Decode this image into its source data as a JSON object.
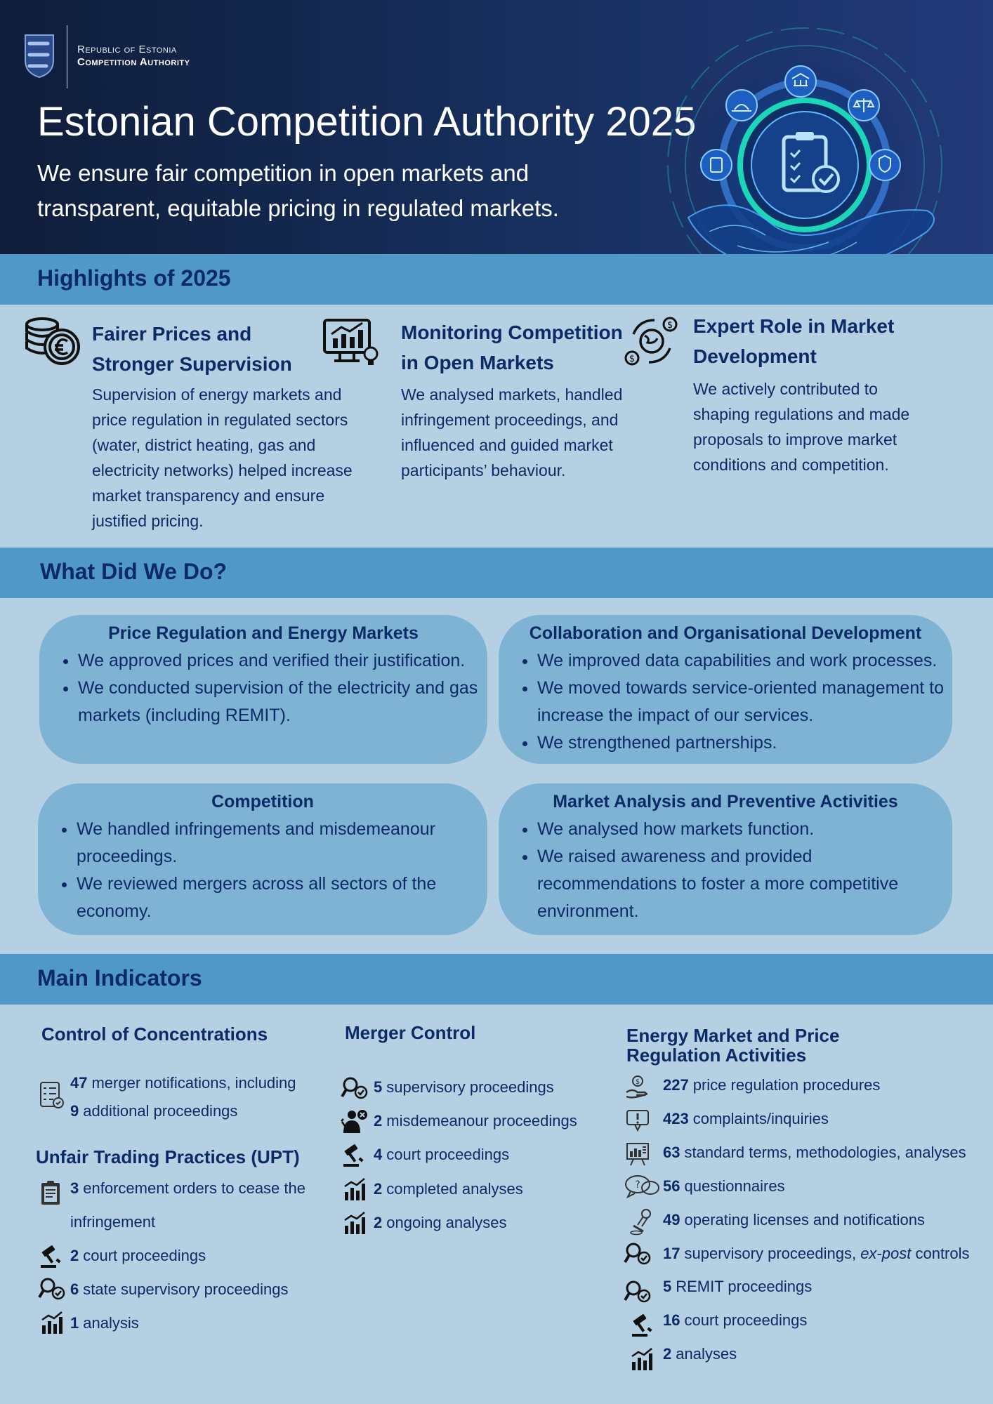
{
  "header": {
    "logo_line1": "Republic of Estonia",
    "logo_line2": "Competition Authority",
    "title": "Estonian Competition Authority 2025",
    "subtitle": "We ensure fair competition in open markets and transparent, equitable pricing in regulated markets."
  },
  "highlights": {
    "heading": "Highlights of 2025",
    "items": [
      {
        "icon": "coins-euro-icon",
        "title": "Fairer Prices and Stronger Supervision",
        "text": "Supervision of energy markets and price regulation in regulated sectors (water, district heating, gas and electricity networks) helped increase market transparency and ensure justified pricing."
      },
      {
        "icon": "monitor-chart-icon",
        "title": "Monitoring Competition in Open Markets",
        "text": "We analysed markets, handled infringement proceedings, and influenced and guided market participants’ behaviour."
      },
      {
        "icon": "globe-cycle-icon",
        "title": "Expert Role in Market Development",
        "text": "We actively contributed to shaping regulations and made proposals to improve market conditions and competition."
      }
    ]
  },
  "activities": {
    "heading": "What Did We Do?",
    "cards": [
      {
        "title": "Price Regulation and Energy Markets",
        "bullets": [
          "We approved prices and verified their justification.",
          "We conducted supervision of the electricity and gas markets (including REMIT)."
        ]
      },
      {
        "title": "Collaboration and Organisational Development",
        "bullets": [
          "We improved data capabilities and work processes.",
          "We moved towards service-oriented management to increase the impact of our services.",
          "We strengthened partnerships."
        ]
      },
      {
        "title": "Competition",
        "bullets": [
          "We handled infringements and misdemeanour proceedings.",
          "We reviewed mergers across all sectors of the economy."
        ]
      },
      {
        "title": "Market Analysis and Preventive Activities",
        "bullets": [
          "We analysed how markets function.",
          "We raised awareness and provided recommendations to foster a more competitive environment."
        ]
      }
    ]
  },
  "indicators": {
    "heading": "Main Indicators",
    "concentrations": {
      "heading": "Control of Concentrations",
      "num1": "47",
      "text1": "merger notifications, including",
      "num2": "9",
      "text2": "additional proceedings"
    },
    "upt": {
      "heading": "Unfair Trading Practices (UPT)",
      "items": [
        {
          "icon": "clipboard-icon",
          "num": "3",
          "text": "enforcement orders to cease the",
          "text2": "infringement"
        },
        {
          "icon": "gavel-icon",
          "num": "2",
          "text": "court proceedings"
        },
        {
          "icon": "magnifier-check-icon",
          "num": "6",
          "text": "state supervisory proceedings"
        },
        {
          "icon": "bar-chart-icon",
          "num": "1",
          "text": "analysis"
        }
      ]
    },
    "merger": {
      "heading": "Merger Control",
      "items": [
        {
          "icon": "magnifier-check-icon",
          "num": "5",
          "text": "supervisory proceedings"
        },
        {
          "icon": "person-warning-icon",
          "num": "2",
          "text": "misdemeanour proceedings"
        },
        {
          "icon": "gavel-icon",
          "num": "4",
          "text": "court proceedings"
        },
        {
          "icon": "bar-chart-icon",
          "num": "2",
          "text": "completed analyses"
        },
        {
          "icon": "bar-chart-icon",
          "num": "2",
          "text": "ongoing analyses"
        }
      ]
    },
    "energy": {
      "heading": "Energy Market and Price Regulation Activities",
      "items": [
        {
          "icon": "price-hand-icon",
          "num": "227",
          "text": "price regulation procedures"
        },
        {
          "icon": "complaint-icon",
          "num": "423",
          "text": "complaints/inquiries"
        },
        {
          "icon": "analysis-board-icon",
          "num": "63",
          "text": "standard terms, methodologies, analyses"
        },
        {
          "icon": "question-bubbles-icon",
          "num": "56",
          "text": "questionnaires"
        },
        {
          "icon": "stamp-icon",
          "num": "49",
          "text": "operating licenses and notifications"
        },
        {
          "icon": "magnifier-check-icon",
          "num": "17",
          "text": "supervisory proceedings,",
          "italic": "ex-post",
          "text_end": "controls"
        },
        {
          "icon": "magnifier-check-icon",
          "num": "5",
          "text": "REMIT proceedings"
        },
        {
          "icon": "gavel-icon",
          "num": "16",
          "text": "court proceedings"
        },
        {
          "icon": "bar-chart-icon",
          "num": "2",
          "text": "analyses"
        }
      ]
    }
  }
}
